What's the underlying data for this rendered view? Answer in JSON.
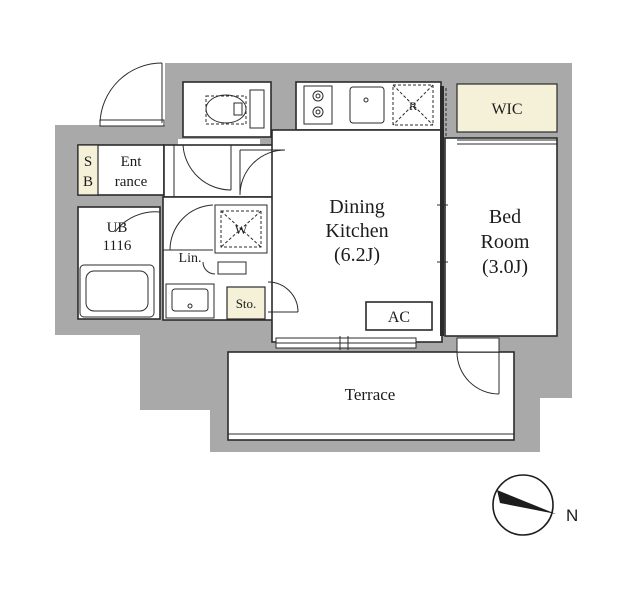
{
  "rooms": {
    "sb": [
      "S",
      "B"
    ],
    "entrance": [
      "Ent",
      "rance"
    ],
    "ub": [
      "UB",
      "1116"
    ],
    "linen": "Lin.",
    "washer": "W",
    "storage": "Sto.",
    "refrigerator": "R",
    "dining_kitchen": [
      "Dining",
      "Kitchen",
      "(6.2J)"
    ],
    "ac": "AC",
    "wic": "WIC",
    "bedroom": [
      "Bed",
      "Room",
      "(3.0J)"
    ],
    "terrace": "Terrace"
  },
  "compass": {
    "label": "N"
  }
}
